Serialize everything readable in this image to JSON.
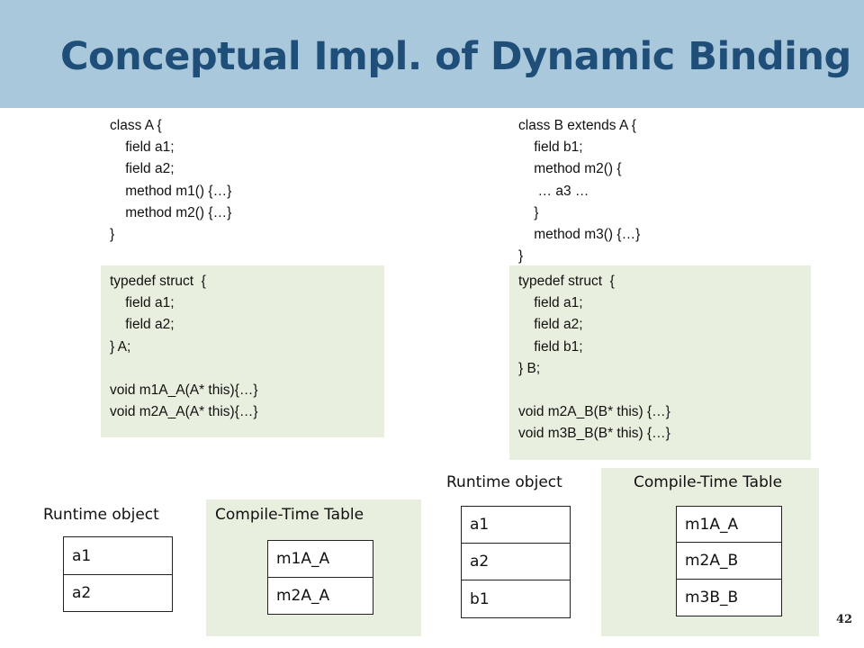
{
  "title": "Conceptual Impl. of Dynamic Binding",
  "class_a_code": [
    "class A {",
    "    field a1;",
    "    field a2;",
    "    method m1() {…}",
    "    method m2() {…}",
    "}"
  ],
  "class_b_code": [
    "class B extends A {",
    "    field b1;",
    "    method m2() {",
    "     … a3 …",
    "    }",
    "    method m3() {…}",
    "}"
  ],
  "struct_a_code": [
    "typedef struct  {",
    "    field a1;",
    "    field a2;",
    "} A;",
    " ",
    "void m1A_A(A* this){…}",
    "void m2A_A(A* this){…}"
  ],
  "struct_b_code": [
    "typedef struct  {",
    "    field a1;",
    "    field a2;",
    "    field b1;",
    "} B;",
    " ",
    "void m2A_B(B* this) {…}",
    "void m3B_B(B* this) {…}"
  ],
  "left_runtime": {
    "label": "Runtime object",
    "fields": [
      "a1",
      "a2"
    ]
  },
  "left_table": {
    "label": "Compile-Time Table",
    "entries": [
      "m1A_A",
      "m2A_A"
    ]
  },
  "right_runtime": {
    "label": "Runtime object",
    "fields": [
      "a1",
      "a2",
      "b1"
    ]
  },
  "right_table": {
    "label": "Compile-Time Table",
    "entries": [
      "m1A_A",
      "m2A_B",
      "m3B_B"
    ]
  },
  "page_number": "42",
  "colors": {
    "header_bg": "#a9c8dc",
    "title": "#1f4e79",
    "panel_bg": "#e9efdf"
  }
}
